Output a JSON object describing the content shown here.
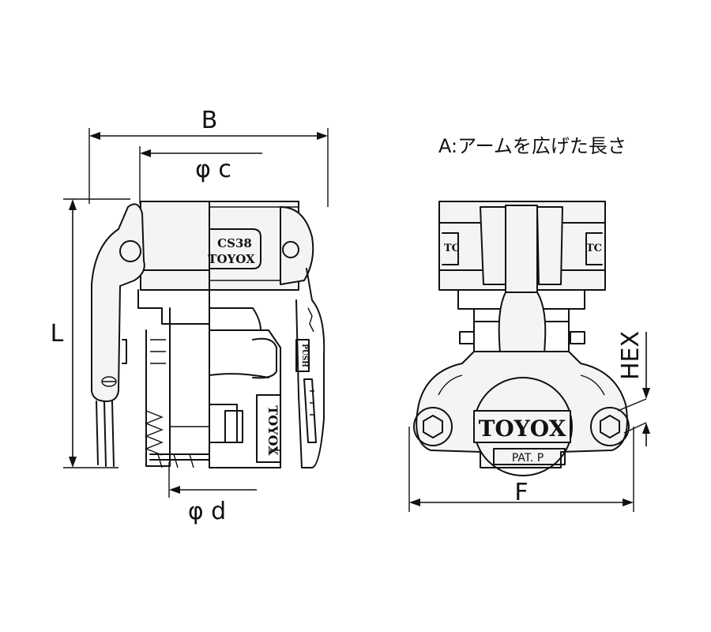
{
  "note": "A:アームを広げた長さ",
  "dimensions": {
    "B": "B",
    "phi_c": "φ c",
    "phi_d": "φ d",
    "L": "L",
    "F": "F",
    "HEX": "HEX"
  },
  "markings": {
    "size_code": "CS38",
    "brand_side": "TOYOX",
    "brand_front": "TOYOX",
    "push": "PUSH",
    "pat": "PAT. P"
  }
}
